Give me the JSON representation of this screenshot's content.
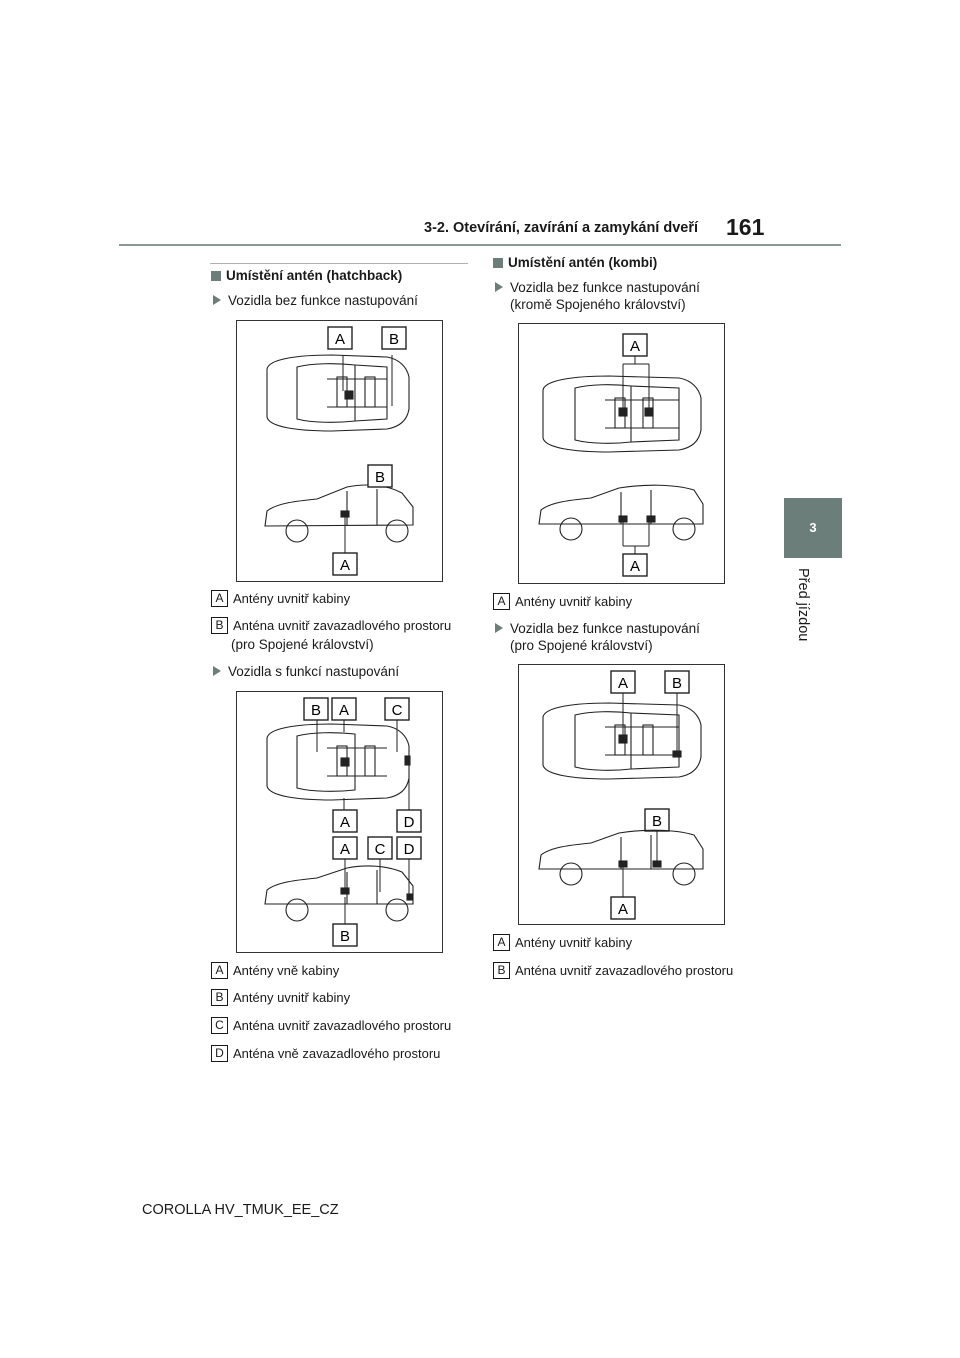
{
  "header": {
    "section_title": "3-2. Otevírání, zavírání a zamykání dveří",
    "page_number": "161"
  },
  "side_tab": {
    "number": "3",
    "label": "Před jízdou"
  },
  "left": {
    "heading": "Umístění antén (hatchback)",
    "group1": {
      "bullet": "Vozidla bez funkce nastupování",
      "legend": [
        {
          "letter": "A",
          "text": "Antény uvnitř kabiny"
        },
        {
          "letter": "B",
          "text": "Anténa uvnitř zavazadlového prostoru"
        }
      ],
      "note": "(pro Spojené království)"
    },
    "group2": {
      "bullet": "Vozidla s funkcí nastupování",
      "legend": [
        {
          "letter": "A",
          "text": "Antény vně kabiny"
        },
        {
          "letter": "B",
          "text": "Antény uvnitř kabiny"
        },
        {
          "letter": "C",
          "text": "Anténa uvnitř zavazadlového prostoru"
        },
        {
          "letter": "D",
          "text": "Anténa vně zavazadlového prostoru"
        }
      ]
    }
  },
  "right": {
    "heading": "Umístění antén (kombi)",
    "group1": {
      "bullet_line1": "Vozidla bez funkce nastupování",
      "bullet_line2": "(kromě Spojeného království)",
      "legend": [
        {
          "letter": "A",
          "text": "Antény uvnitř kabiny"
        }
      ]
    },
    "group2": {
      "bullet_line1": "Vozidla bez funkce nastupování",
      "bullet_line2": "(pro Spojené království)",
      "legend": [
        {
          "letter": "A",
          "text": "Antény uvnitř kabiny"
        },
        {
          "letter": "B",
          "text": "Anténa uvnitř zavazadlového prostoru"
        }
      ]
    }
  },
  "diagram_labels": {
    "A": "A",
    "B": "B",
    "C": "C",
    "D": "D"
  },
  "footer": {
    "text": "COROLLA HV_TMUK_EE_CZ"
  },
  "colors": {
    "accent": "#6c7e7a",
    "rule": "#8a9996"
  }
}
